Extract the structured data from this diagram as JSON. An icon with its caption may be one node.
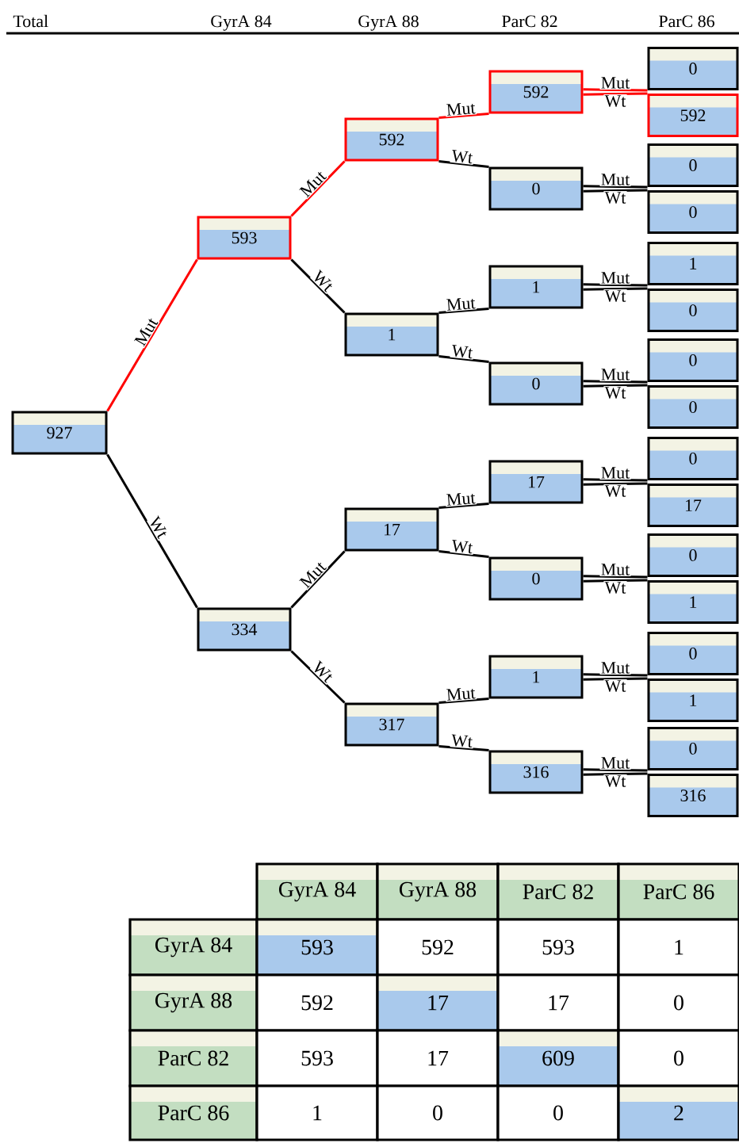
{
  "diagram": {
    "nodes": [
      {
        "text": [
          "927"
        ]
      },
      {
        "text": [
          "593"
        ]
      },
      {
        "text": [
          "592"
        ]
      },
      {
        "text": [
          "592"
        ]
      },
      {
        "text": [
          "0"
        ]
      },
      {
        "text": [
          "592"
        ]
      },
      {
        "text": [
          "0"
        ]
      },
      {
        "text": [
          "0"
        ]
      },
      {
        "text": [
          "0"
        ]
      },
      {
        "text": [
          "1"
        ]
      },
      {
        "text": [
          "1"
        ]
      },
      {
        "text": [
          "1"
        ]
      },
      {
        "text": [
          "0"
        ]
      },
      {
        "text": [
          "0"
        ]
      },
      {
        "text": [
          "0"
        ]
      },
      {
        "text": [
          "0"
        ]
      },
      {
        "text": [
          "334"
        ]
      },
      {
        "text": [
          "17"
        ]
      },
      {
        "text": [
          "17"
        ]
      },
      {
        "text": [
          "0"
        ]
      },
      {
        "text": [
          "17"
        ]
      },
      {
        "text": [
          "0"
        ]
      },
      {
        "text": [
          "0"
        ]
      },
      {
        "text": [
          "1"
        ]
      },
      {
        "text": [
          "317"
        ]
      },
      {
        "text": [
          "1"
        ]
      },
      {
        "text": [
          "0"
        ]
      },
      {
        "text": [
          "1"
        ]
      },
      {
        "text": [
          "316"
        ]
      },
      {
        "text": [
          "0"
        ]
      },
      {
        "text": [
          "316"
        ]
      }
    ],
    "edges": [
      {
        "from": 0,
        "to": 1,
        "arrow": "none",
        "label": "Mut",
        "color": "#ff0000"
      },
      {
        "from": 0,
        "to": 16,
        "arrow": "none",
        "label": "Wt"
      },
      {
        "from": 1,
        "to": 2,
        "arrow": "none",
        "label": "Mut",
        "color": "#ff0000"
      },
      {
        "from": 1,
        "to": 9,
        "arrow": "none",
        "label": "Wt"
      },
      {
        "from": 2,
        "to": 3,
        "arrow": "none",
        "label": "Mut",
        "color": "#ff0000"
      },
      {
        "from": 2,
        "to": 6,
        "arrow": "none",
        "label": "Wt"
      },
      {
        "from": 3,
        "to": 4,
        "arrow": "none",
        "label": "Mut",
        "color": "#ff0000"
      },
      {
        "from": 3,
        "to": 5,
        "arrow": "none",
        "label": "Wt",
        "color": "#ff0000"
      },
      {
        "from": 6,
        "to": 7,
        "arrow": "none",
        "label": "Mut"
      },
      {
        "from": 6,
        "to": 8,
        "arrow": "none",
        "label": "Wt"
      },
      {
        "from": 9,
        "to": 10,
        "arrow": "none",
        "label": "Mut"
      },
      {
        "from": 9,
        "to": 13,
        "arrow": "none",
        "label": "Wt"
      },
      {
        "from": 10,
        "to": 11,
        "arrow": "none",
        "label": "Mut"
      },
      {
        "from": 10,
        "to": 12,
        "arrow": "none",
        "label": "Wt"
      },
      {
        "from": 13,
        "to": 14,
        "arrow": "none",
        "label": "Mut"
      },
      {
        "from": 13,
        "to": 15,
        "arrow": "none",
        "label": "Wt"
      },
      {
        "from": 16,
        "to": 17,
        "arrow": "none",
        "label": "Mut"
      },
      {
        "from": 16,
        "to": 24,
        "arrow": "none",
        "label": "Wt"
      },
      {
        "from": 17,
        "to": 18,
        "arrow": "none",
        "label": "Mut"
      },
      {
        "from": 17,
        "to": 21,
        "arrow": "none",
        "label": "Wt"
      },
      {
        "from": 18,
        "to": 19,
        "arrow": "none",
        "label": "Mut"
      },
      {
        "from": 18,
        "to": 20,
        "arrow": "none",
        "label": "Wt"
      },
      {
        "from": 21,
        "to": 22,
        "arrow": "none",
        "label": "Mut"
      },
      {
        "from": 21,
        "to": 23,
        "arrow": "none",
        "label": "Wt"
      },
      {
        "from": 24,
        "to": 25,
        "arrow": "none",
        "label": "Mut"
      },
      {
        "from": 24,
        "to": 28,
        "arrow": "none",
        "label": "Wt"
      },
      {
        "from": 25,
        "to": 26,
        "arrow": "none",
        "label": "Mut"
      },
      {
        "from": 25,
        "to": 27,
        "arrow": "none",
        "label": "Wt"
      },
      {
        "from": 28,
        "to": 29,
        "arrow": "none",
        "label": "Mut"
      },
      {
        "from": 28,
        "to": 30,
        "arrow": "none",
        "label": "Wt"
      }
    ],
    "labels": [
      "Total",
      "GyrA 84",
      "GyrA 88",
      "ParC 82",
      "ParC 86",
      "GyrA 84",
      "GyrA 88",
      "ParC 82",
      "ParC 86",
      "GyrA 84",
      "593",
      "592",
      "593",
      "1",
      "GyrA 88",
      "592",
      "17",
      "17",
      "0",
      "ParC 82",
      "593",
      "17",
      "609",
      "0",
      "ParC 86",
      "1",
      "0",
      "0",
      "2"
    ]
  }
}
